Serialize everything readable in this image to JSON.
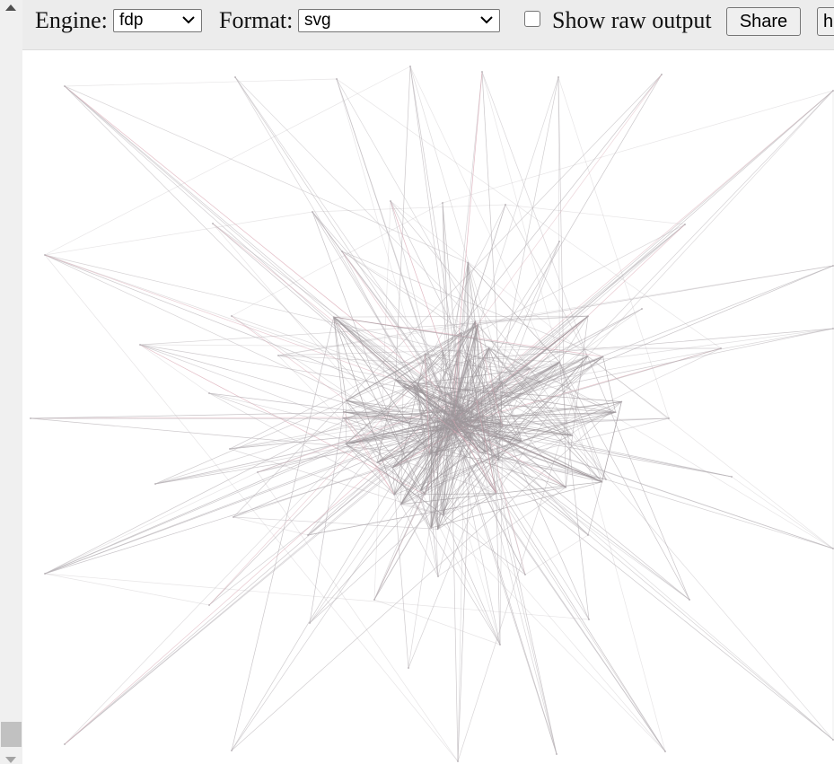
{
  "toolbar": {
    "engine_label": "Engine:",
    "engine_value": "fdp",
    "format_label": "Format:",
    "format_value": "svg",
    "raw_output_label": "Show raw output",
    "raw_output_checked": false,
    "share_label": "Share",
    "help_label": "h"
  },
  "graph": {
    "edge_color": "#b9b4b8",
    "accent_edge_color": "#d9a7b3"
  }
}
